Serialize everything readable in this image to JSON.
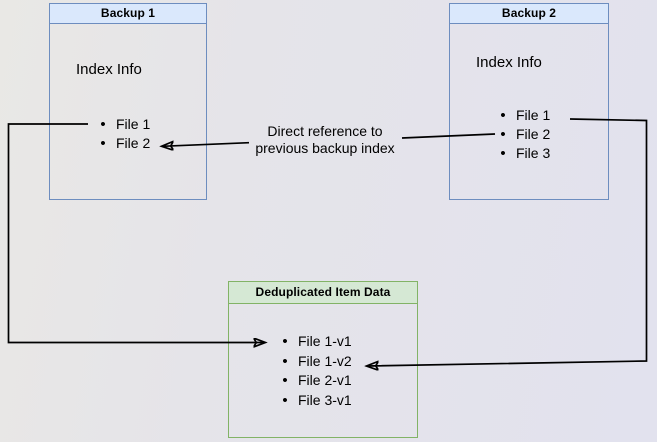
{
  "boxes": {
    "backup1": {
      "title": "Backup 1",
      "section_label": "Index Info",
      "items": [
        "File 1",
        "File 2"
      ]
    },
    "backup2": {
      "title": "Backup 2",
      "section_label": "Index Info",
      "items": [
        "File 1",
        "File 2",
        "File 3"
      ]
    },
    "dedup": {
      "title": "Deduplicated Item Data",
      "items": [
        "File 1-v1",
        "File 1-v2",
        "File 2-v1",
        "File 3-v1"
      ]
    }
  },
  "edge_label": {
    "line1": "Direct reference to",
    "line2": "previous backup index"
  },
  "colors": {
    "blue_border": "#6d8dbf",
    "blue_fill": "#dae8fc",
    "green_border": "#82b366",
    "green_fill": "#d5e8d4",
    "arrow": "#000000",
    "text": "#000000"
  }
}
